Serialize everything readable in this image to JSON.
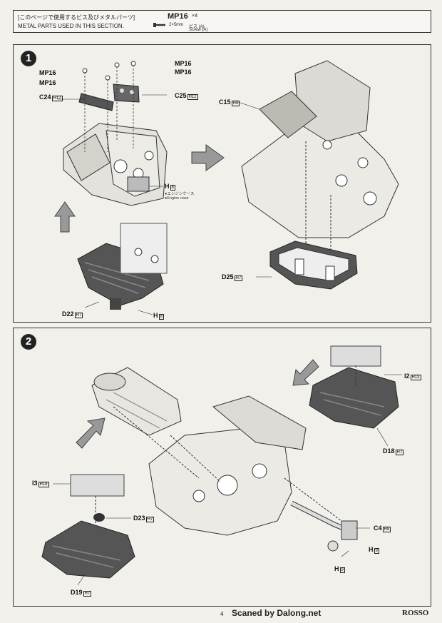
{
  "header": {
    "title_jp": "[このページで使用するビス及びメタルパーツ]",
    "title_en": "METAL PARTS USED IN THIS SECTION.",
    "part_code": "MP16",
    "part_qty": "×4",
    "part_size": "2×5mm",
    "part_name_jp": "ビス (A)",
    "part_name_en": "Screw (A)"
  },
  "step1": {
    "number": "1",
    "labels": {
      "mp16_a": "MP16",
      "mp16_b": "MP16",
      "mp16_c": "MP16",
      "mp16_d": "MP16",
      "c24": "C24",
      "c24_box": "H12",
      "c25": "C25",
      "c25_box": "H12",
      "c15": "C15",
      "c15_box": "H8",
      "h_case": "H",
      "h_case_box": "8",
      "engine_case_jp": "●エンジンケース",
      "engine_case_en": "●Engine case",
      "d25": "D25",
      "d25_box": "H7",
      "d22": "D22",
      "d22_box": "H7",
      "h_bottom": "H",
      "h_bottom_box": "8"
    }
  },
  "step2": {
    "number": "2",
    "labels": {
      "i2": "I2",
      "i2_box": "H13",
      "d18": "D18",
      "d18_box": "H7",
      "i3": "I3",
      "i3_box": "H18",
      "d23": "D23",
      "d23_box": "H7",
      "d19": "D19",
      "d19_box": "H7",
      "c4": "C4",
      "c4_box": "H8",
      "h9_a": "H",
      "h9_a_box": "9",
      "h9_b": "H",
      "h9_b_box": "9"
    }
  },
  "footer": {
    "page": "4",
    "scan": "Scaned by Dalong.net",
    "brand": "ROSSO"
  }
}
